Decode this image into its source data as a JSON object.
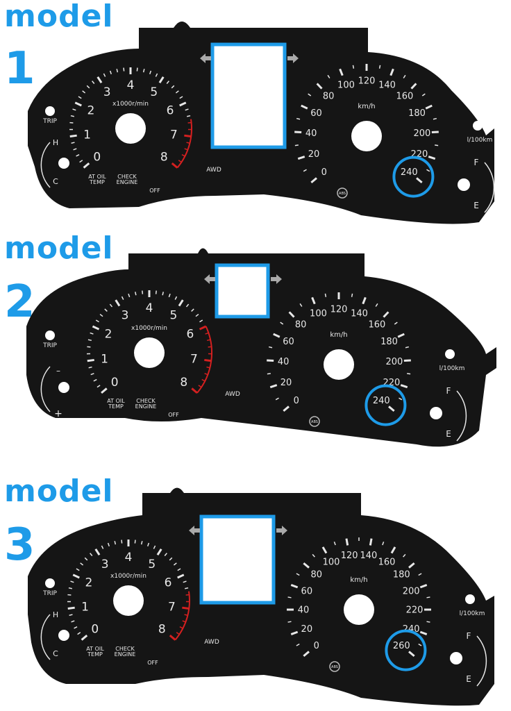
{
  "colors": {
    "accent": "#1e9be8",
    "panel": "#151515",
    "marking": "#e8e8e8",
    "redline": "#d42020"
  },
  "models": [
    {
      "word": "model",
      "number": "1",
      "tach": {
        "labels": [
          "0",
          "1",
          "2",
          "3",
          "4",
          "5",
          "6",
          "7",
          "8"
        ],
        "redline_from": 6.5,
        "unit": "x1000r/min"
      },
      "speed": {
        "labels": [
          "0",
          "20",
          "40",
          "60",
          "80",
          "100",
          "120",
          "140",
          "160",
          "180",
          "200",
          "220",
          "240"
        ],
        "unit": "km/h",
        "highlight": "240"
      },
      "texts": {
        "trip": "TRIP",
        "hot": "H",
        "cold": "C",
        "full": "F",
        "empty": "E",
        "fuel_economy": "l/100km",
        "awd": "AWD",
        "at_oil_temp": "AT OIL\nTEMP",
        "check_engine": "CHECK\nENGINE",
        "off": "OFF",
        "abs": "ABS"
      }
    },
    {
      "word": "model",
      "number": "2",
      "tach": {
        "labels": [
          "0",
          "1",
          "2",
          "3",
          "4",
          "5",
          "6",
          "7",
          "8"
        ],
        "redline_from": 6.0,
        "unit": "x1000r/min"
      },
      "speed": {
        "labels": [
          "0",
          "20",
          "40",
          "60",
          "80",
          "100",
          "120",
          "140",
          "160",
          "180",
          "200",
          "220",
          "240"
        ],
        "unit": "km/h",
        "highlight": "240"
      },
      "texts": {
        "trip": "TRIP",
        "minus": "–",
        "plus": "+",
        "full": "F",
        "empty": "E",
        "fuel_economy": "l/100km",
        "awd": "AWD",
        "at_oil_temp": "AT OIL\nTEMP",
        "check_engine": "CHECK\nENGINE",
        "off": "OFF",
        "abs": "ABS"
      }
    },
    {
      "word": "model",
      "number": "3",
      "tach": {
        "labels": [
          "0",
          "1",
          "2",
          "3",
          "4",
          "5",
          "6",
          "7",
          "8"
        ],
        "redline_from": 6.5,
        "unit": "x1000r/min"
      },
      "speed": {
        "labels": [
          "0",
          "20",
          "40",
          "60",
          "80",
          "100",
          "120",
          "140",
          "160",
          "180",
          "200",
          "220",
          "240",
          "260"
        ],
        "unit": "km/h",
        "highlight": "260"
      },
      "texts": {
        "trip": "TRIP",
        "hot": "H",
        "cold": "C",
        "full": "F",
        "empty": "E",
        "fuel_economy": "l/100km",
        "awd": "AWD",
        "at_oil_temp": "AT OIL\nTEMP",
        "check_engine": "CHECK\nENGINE",
        "off": "OFF",
        "abs": "ABS"
      }
    }
  ]
}
